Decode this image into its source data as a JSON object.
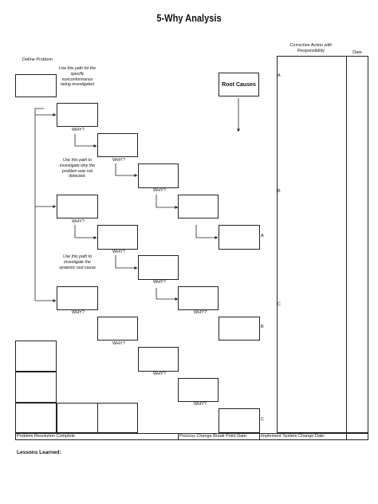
{
  "title": "5-Why Analysis",
  "define_problem_label": "Define Problem",
  "notes": {
    "specific": "Use this path for the specific nonconformance being investigated",
    "not_detected": "Use this path to investigate why the problem was not detected.",
    "systemic": "Use this path to investigate the systemic root cause"
  },
  "why_label": "WHY?",
  "root_causes_label": "Root Causes",
  "corrective_action_header": "Corrective Action with Responsibility",
  "date_header": "Date",
  "row_letters": {
    "a": "A",
    "b": "B",
    "c": "C"
  },
  "bottom_row": {
    "problem_resolution": "Problem Resolution Complete",
    "process_change": "Process Change Break Point Date:",
    "implement_change": "Implement System Change Date:"
  },
  "lessons_learned_label": "Lessons Learned:"
}
